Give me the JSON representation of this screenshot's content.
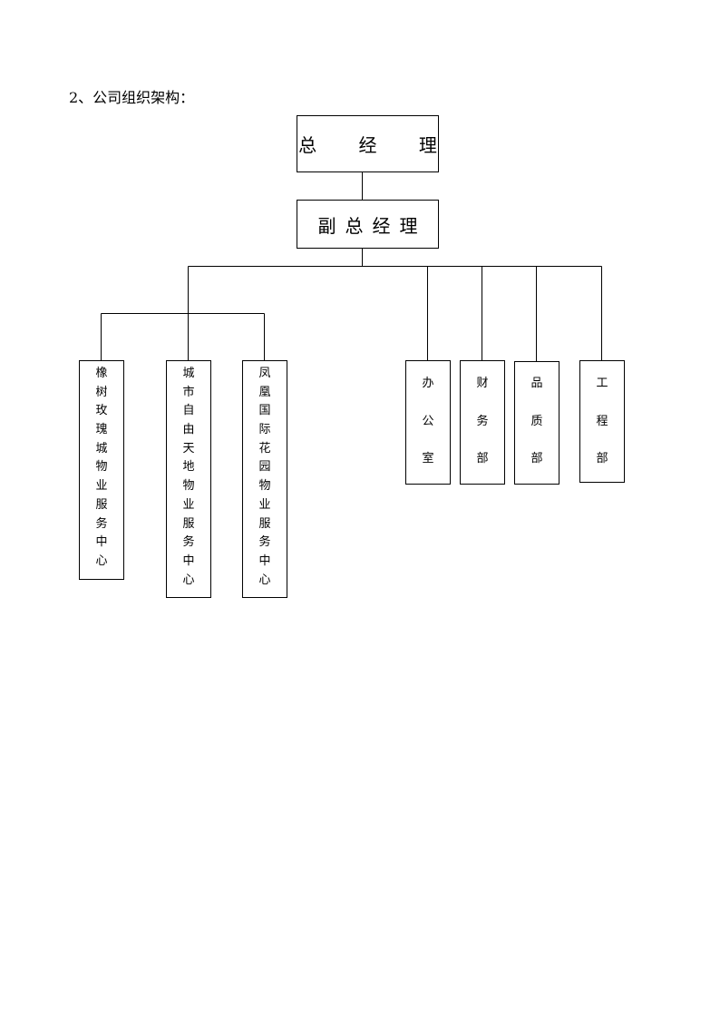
{
  "heading": "2、公司组织架构：",
  "org": {
    "general_manager": "总 经 理",
    "deputy_general_manager": "副总经理",
    "service_centers": [
      "橡树玫瑰城物业服务中心",
      "城市自由天地物业服务中心",
      "凤凰国际花园物业服务中心"
    ],
    "departments": [
      "办公室",
      "财务部",
      "品质部",
      "工程部"
    ]
  }
}
